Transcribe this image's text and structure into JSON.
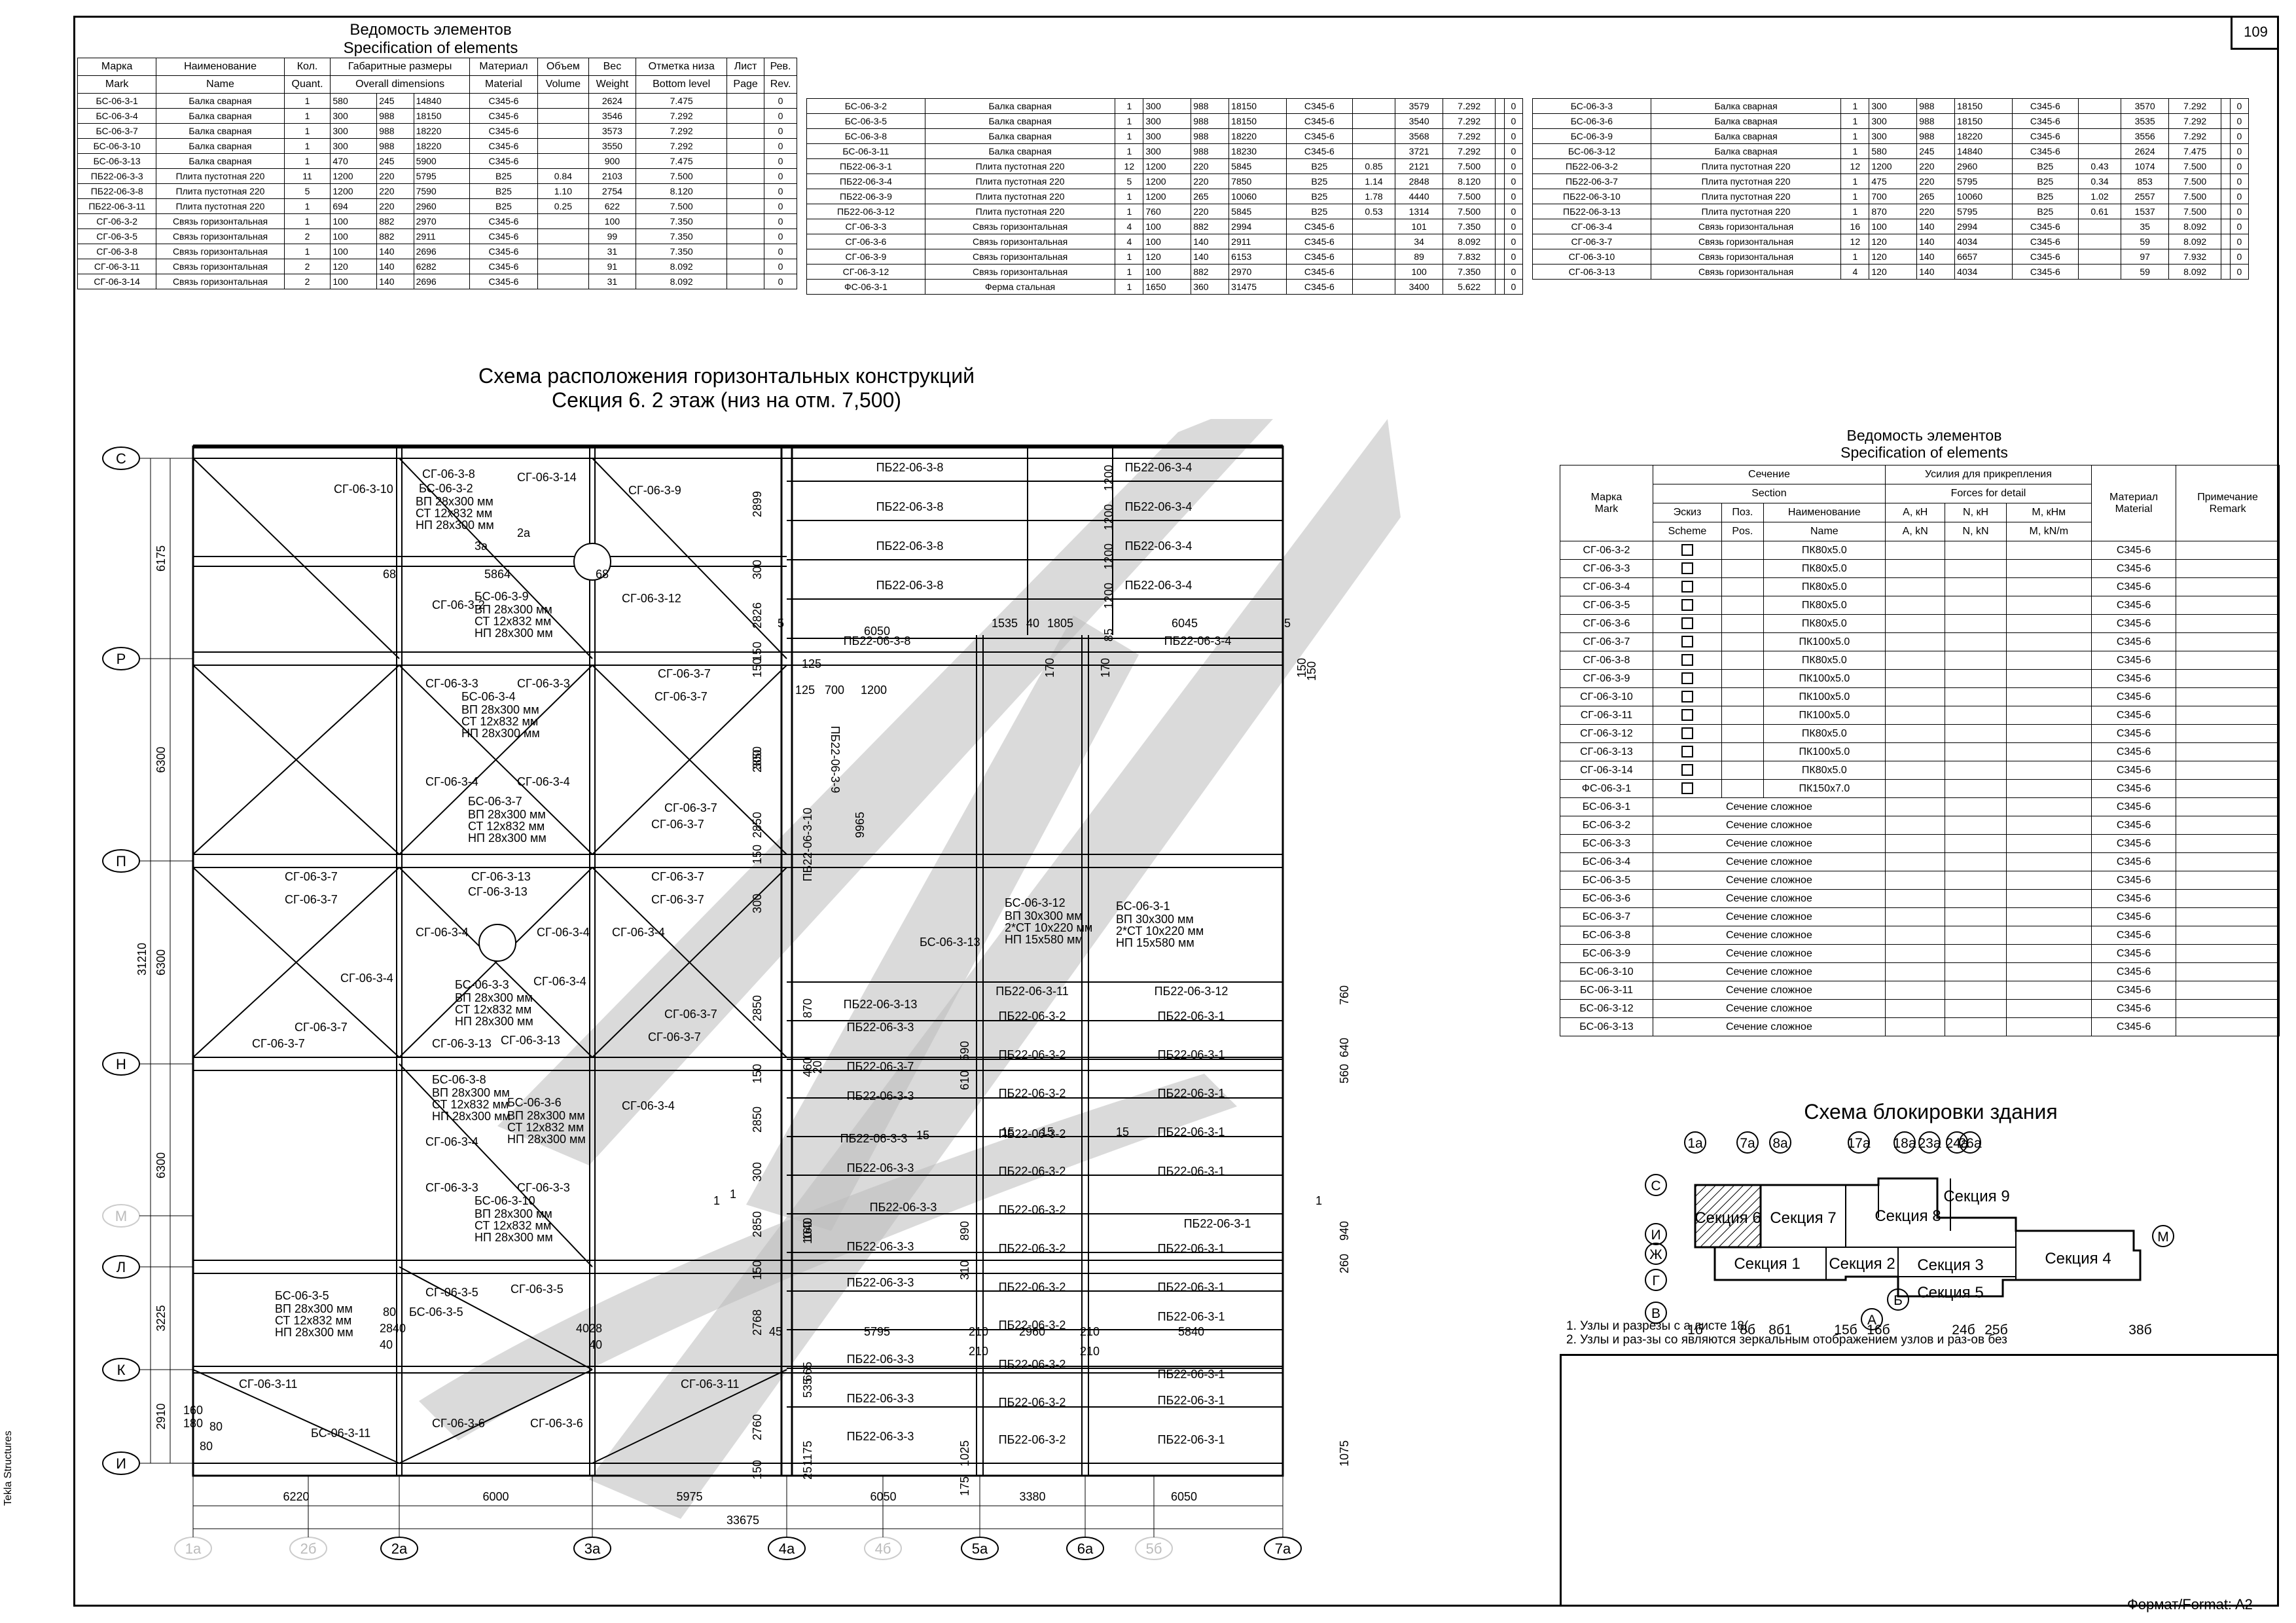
{
  "sheet": {
    "page_number": "109",
    "format": "Формат/Format: A2",
    "vertical_credit": "Tekla Structures"
  },
  "spec1": {
    "title_ru": "Ведомость элементов",
    "title_en": "Specification of elements",
    "headers": [
      [
        "Марка",
        "Наименование",
        "Кол.",
        "Габаритные размеры",
        "Материал",
        "Объем",
        "Вес",
        "Отметка низа",
        "Лист",
        "Рев."
      ],
      [
        "Mark",
        "Name",
        "Quant.",
        "Overall dimensions",
        "Material",
        "Volume",
        "Weight",
        "Bottom level",
        "Page",
        "Rev."
      ]
    ],
    "rows": [
      [
        "БС-06-3-1",
        "Балка сварная",
        "1",
        "580",
        "245",
        "14840",
        "С345-6",
        "",
        "2624",
        "7.475",
        "",
        "0"
      ],
      [
        "БС-06-3-4",
        "Балка сварная",
        "1",
        "300",
        "988",
        "18150",
        "С345-6",
        "",
        "3546",
        "7.292",
        "",
        "0"
      ],
      [
        "БС-06-3-7",
        "Балка сварная",
        "1",
        "300",
        "988",
        "18220",
        "С345-6",
        "",
        "3573",
        "7.292",
        "",
        "0"
      ],
      [
        "БС-06-3-10",
        "Балка сварная",
        "1",
        "300",
        "988",
        "18220",
        "С345-6",
        "",
        "3550",
        "7.292",
        "",
        "0"
      ],
      [
        "БС-06-3-13",
        "Балка сварная",
        "1",
        "470",
        "245",
        "5900",
        "С345-6",
        "",
        "900",
        "7.475",
        "",
        "0"
      ],
      [
        "ПБ22-06-3-3",
        "Плита пустотная 220",
        "11",
        "1200",
        "220",
        "5795",
        "B25",
        "0.84",
        "2103",
        "7.500",
        "",
        "0"
      ],
      [
        "ПБ22-06-3-8",
        "Плита пустотная 220",
        "5",
        "1200",
        "220",
        "7590",
        "B25",
        "1.10",
        "2754",
        "8.120",
        "",
        "0"
      ],
      [
        "ПБ22-06-3-11",
        "Плита пустотная 220",
        "1",
        "694",
        "220",
        "2960",
        "B25",
        "0.25",
        "622",
        "7.500",
        "",
        "0"
      ],
      [
        "СГ-06-3-2",
        "Связь горизонтальная",
        "1",
        "100",
        "882",
        "2970",
        "С345-6",
        "",
        "100",
        "7.350",
        "",
        "0"
      ],
      [
        "СГ-06-3-5",
        "Связь горизонтальная",
        "2",
        "100",
        "882",
        "2911",
        "С345-6",
        "",
        "99",
        "7.350",
        "",
        "0"
      ],
      [
        "СГ-06-3-8",
        "Связь горизонтальная",
        "1",
        "100",
        "140",
        "2696",
        "С345-6",
        "",
        "31",
        "7.350",
        "",
        "0"
      ],
      [
        "СГ-06-3-11",
        "Связь горизонтальная",
        "2",
        "120",
        "140",
        "6282",
        "С345-6",
        "",
        "91",
        "8.092",
        "",
        "0"
      ],
      [
        "СГ-06-3-14",
        "Связь горизонтальная",
        "2",
        "100",
        "140",
        "2696",
        "С345-6",
        "",
        "31",
        "8.092",
        "",
        "0"
      ]
    ]
  },
  "spec1b": {
    "rows": [
      [
        "БС-06-3-2",
        "Балка сварная",
        "1",
        "300",
        "988",
        "18150",
        "С345-6",
        "",
        "3579",
        "7.292",
        "",
        "0"
      ],
      [
        "БС-06-3-5",
        "Балка сварная",
        "1",
        "300",
        "988",
        "18150",
        "С345-6",
        "",
        "3540",
        "7.292",
        "",
        "0"
      ],
      [
        "БС-06-3-8",
        "Балка сварная",
        "1",
        "300",
        "988",
        "18220",
        "С345-6",
        "",
        "3568",
        "7.292",
        "",
        "0"
      ],
      [
        "БС-06-3-11",
        "Балка сварная",
        "1",
        "300",
        "988",
        "18230",
        "С345-6",
        "",
        "3721",
        "7.292",
        "",
        "0"
      ],
      [
        "ПБ22-06-3-1",
        "Плита пустотная 220",
        "12",
        "1200",
        "220",
        "5845",
        "B25",
        "0.85",
        "2121",
        "7.500",
        "",
        "0"
      ],
      [
        "ПБ22-06-3-4",
        "Плита пустотная 220",
        "5",
        "1200",
        "220",
        "7850",
        "B25",
        "1.14",
        "2848",
        "8.120",
        "",
        "0"
      ],
      [
        "ПБ22-06-3-9",
        "Плита пустотная 220",
        "1",
        "1200",
        "265",
        "10060",
        "B25",
        "1.78",
        "4440",
        "7.500",
        "",
        "0"
      ],
      [
        "ПБ22-06-3-12",
        "Плита пустотная 220",
        "1",
        "760",
        "220",
        "5845",
        "B25",
        "0.53",
        "1314",
        "7.500",
        "",
        "0"
      ],
      [
        "СГ-06-3-3",
        "Связь горизонтальная",
        "4",
        "100",
        "882",
        "2994",
        "С345-6",
        "",
        "101",
        "7.350",
        "",
        "0"
      ],
      [
        "СГ-06-3-6",
        "Связь горизонтальная",
        "4",
        "100",
        "140",
        "2911",
        "С345-6",
        "",
        "34",
        "8.092",
        "",
        "0"
      ],
      [
        "СГ-06-3-9",
        "Связь горизонтальная",
        "1",
        "120",
        "140",
        "6153",
        "С345-6",
        "",
        "89",
        "7.832",
        "",
        "0"
      ],
      [
        "СГ-06-3-12",
        "Связь горизонтальная",
        "1",
        "100",
        "882",
        "2970",
        "С345-6",
        "",
        "100",
        "7.350",
        "",
        "0"
      ],
      [
        "ФС-06-3-1",
        "Ферма стальная",
        "1",
        "1650",
        "360",
        "31475",
        "С345-6",
        "",
        "3400",
        "5.622",
        "",
        "0"
      ]
    ]
  },
  "spec1c": {
    "rows": [
      [
        "БС-06-3-3",
        "Балка сварная",
        "1",
        "300",
        "988",
        "18150",
        "С345-6",
        "",
        "3570",
        "7.292",
        "",
        "0"
      ],
      [
        "БС-06-3-6",
        "Балка сварная",
        "1",
        "300",
        "988",
        "18150",
        "С345-6",
        "",
        "3535",
        "7.292",
        "",
        "0"
      ],
      [
        "БС-06-3-9",
        "Балка сварная",
        "1",
        "300",
        "988",
        "18220",
        "С345-6",
        "",
        "3556",
        "7.292",
        "",
        "0"
      ],
      [
        "БС-06-3-12",
        "Балка сварная",
        "1",
        "580",
        "245",
        "14840",
        "С345-6",
        "",
        "2624",
        "7.475",
        "",
        "0"
      ],
      [
        "ПБ22-06-3-2",
        "Плита пустотная 220",
        "12",
        "1200",
        "220",
        "2960",
        "B25",
        "0.43",
        "1074",
        "7.500",
        "",
        "0"
      ],
      [
        "ПБ22-06-3-7",
        "Плита пустотная 220",
        "1",
        "475",
        "220",
        "5795",
        "B25",
        "0.34",
        "853",
        "7.500",
        "",
        "0"
      ],
      [
        "ПБ22-06-3-10",
        "Плита пустотная 220",
        "1",
        "700",
        "265",
        "10060",
        "B25",
        "1.02",
        "2557",
        "7.500",
        "",
        "0"
      ],
      [
        "ПБ22-06-3-13",
        "Плита пустотная 220",
        "1",
        "870",
        "220",
        "5795",
        "B25",
        "0.61",
        "1537",
        "7.500",
        "",
        "0"
      ],
      [
        "СГ-06-3-4",
        "Связь горизонтальная",
        "16",
        "100",
        "140",
        "2994",
        "С345-6",
        "",
        "35",
        "8.092",
        "",
        "0"
      ],
      [
        "СГ-06-3-7",
        "Связь горизонтальная",
        "12",
        "120",
        "140",
        "4034",
        "С345-6",
        "",
        "59",
        "8.092",
        "",
        "0"
      ],
      [
        "СГ-06-3-10",
        "Связь горизонтальная",
        "1",
        "120",
        "140",
        "6657",
        "С345-6",
        "",
        "97",
        "7.932",
        "",
        "0"
      ],
      [
        "СГ-06-3-13",
        "Связь горизонтальная",
        "4",
        "120",
        "140",
        "4034",
        "С345-6",
        "",
        "59",
        "8.092",
        "",
        "0"
      ]
    ]
  },
  "plan": {
    "title1": "Схема расположения горизонтальных конструкций",
    "title2": "Секция 6. 2 этаж (низ на отм. 7,500)",
    "row_axes": [
      "С",
      "Р",
      "П",
      "Н",
      "М",
      "Л",
      "К",
      "И"
    ],
    "col_axes": [
      "1а",
      "2б",
      "2а",
      "3а",
      "4а",
      "4б",
      "5а",
      "6а",
      "5б",
      "7а"
    ],
    "bottom_dims": [
      "6220",
      "6000",
      "5975",
      "6050",
      "3380",
      "6050"
    ],
    "total_dim": "33675",
    "left_dims": [
      "6175",
      "6300",
      "6300",
      "6300",
      "3225",
      "2910"
    ],
    "left_total": "31210",
    "labels": {
      "sg_3_10": "СГ-06-3-10",
      "sg_3_8": "СГ-06-3-8",
      "sg_3_14": "СГ-06-3-14",
      "sg_3_9": "СГ-06-3-9",
      "bs2": "БС-06-3-2",
      "vp": "ВП 28х300 мм",
      "st": "СТ 12х832 мм",
      "np": "НП 28х300 мм",
      "node2a": "2а",
      "node3a": "3а",
      "d5864": "5864",
      "d68": "68",
      "bs9": "БС-06-3-9",
      "sg_3_2": "СГ-06-3-2",
      "sg_3_12": "СГ-06-3-12",
      "sg_3_3": "СГ-06-3-3",
      "sg_3_7": "СГ-06-3-7",
      "bs4": "БС-06-3-4",
      "sg_3_4": "СГ-06-3-4",
      "bs7": "БС-06-3-7",
      "sg_3_13": "СГ-06-3-13",
      "bs3": "БС-06-3-3",
      "bs8": "БС-06-3-8",
      "bs6": "БС-06-3-6",
      "bs10": "БС-06-3-10",
      "sg_3_5": "СГ-06-3-5",
      "bs5": "БС-06-3-5",
      "sg_3_11": "СГ-06-3-11",
      "sg_3_6": "СГ-06-3-6",
      "bs11": "БС-06-3-11",
      "bs13": "БС-06-3-13",
      "bs12": "БС-06-3-12",
      "vp2": "ВП 30х300 мм",
      "st2": "2*СТ 10х220 мм",
      "np2": "НП 15х580 мм",
      "bs1": "БС-06-3-1",
      "pb8": "ПБ22-06-3-8",
      "pb4": "ПБ22-06-3-4",
      "pb10": "ПБ22-06-3-10",
      "pb9": "ПБ22-06-3-9",
      "pb13": "ПБ22-06-3-13",
      "pb11": "ПБ22-06-3-11",
      "pb12": "ПБ22-06-3-12",
      "pb3": "ПБ22-06-3-3",
      "pb2": "ПБ22-06-3-2",
      "pb1": "ПБ22-06-3-1",
      "pb7": "ПБ22-06-3-7",
      "d6050": "6050",
      "d1535": "1535",
      "d40": "40",
      "d1805": "1805",
      "d6045": "6045",
      "d5": "5",
      "d1200": "1200",
      "d2899": "2899",
      "d300": "300",
      "d2826": "2826",
      "d150": "150",
      "d2850": "2850",
      "d2768": "2768",
      "d2760": "2760",
      "d85": "85",
      "d170": "170",
      "d125": "125",
      "d700": "700",
      "d9965": "9965",
      "d5795": "5795",
      "d2960": "2960",
      "d5840": "5840",
      "d210": "210",
      "d45": "45",
      "d15": "15",
      "d1": "1",
      "d80": "80",
      "d28": "28",
      "d160": "160",
      "d180": "180",
      "d760": "760",
      "d640": "640",
      "d590": "590",
      "d560": "560",
      "d610": "610",
      "d460": "460",
      "d20": "20",
      "d870": "870",
      "d1040": "1040",
      "d890": "890",
      "d940": "940",
      "d260": "260",
      "d310": "310",
      "d665": "665",
      "d535": "535",
      "d1175": "1175",
      "d1025": "1025",
      "d1075": "1075",
      "d175": "175",
      "d25": "25"
    }
  },
  "spec2": {
    "title_ru": "Ведомость элементов",
    "title_en": "Specification of elements",
    "h": {
      "mark_ru": "Марка",
      "mark_en": "Mark",
      "section_ru": "Сечение",
      "section_en": "Section",
      "forces_ru": "Усилия для прикрепления",
      "forces_en": "Forces for detail",
      "material_ru": "Материал",
      "material_en": "Material",
      "note_ru": "Примечание",
      "note_en": "Remark",
      "scheme_ru": "Эскиз",
      "scheme_en": "Scheme",
      "pos_ru": "Поз.",
      "pos_en": "Pos.",
      "name_ru": "Наименование",
      "name_en": "Name",
      "a_ru": "A, кН",
      "a_en": "A, kN",
      "n_ru": "N, кН",
      "n_en": "N, kN",
      "m_ru": "M, кНм",
      "m_en": "M, kN/m"
    },
    "rows": [
      [
        "СГ-06-3-2",
        "box",
        "ПК80х5.0",
        "С345-6"
      ],
      [
        "СГ-06-3-3",
        "box",
        "ПК80х5.0",
        "С345-6"
      ],
      [
        "СГ-06-3-4",
        "box",
        "ПК80х5.0",
        "С345-6"
      ],
      [
        "СГ-06-3-5",
        "box",
        "ПК80х5.0",
        "С345-6"
      ],
      [
        "СГ-06-3-6",
        "box",
        "ПК80х5.0",
        "С345-6"
      ],
      [
        "СГ-06-3-7",
        "box",
        "ПК100х5.0",
        "С345-6"
      ],
      [
        "СГ-06-3-8",
        "box",
        "ПК80х5.0",
        "С345-6"
      ],
      [
        "СГ-06-3-9",
        "box",
        "ПК100х5.0",
        "С345-6"
      ],
      [
        "СГ-06-3-10",
        "box",
        "ПК100х5.0",
        "С345-6"
      ],
      [
        "СГ-06-3-11",
        "box",
        "ПК100х5.0",
        "С345-6"
      ],
      [
        "СГ-06-3-12",
        "box",
        "ПК80х5.0",
        "С345-6"
      ],
      [
        "СГ-06-3-13",
        "box",
        "ПК100х5.0",
        "С345-6"
      ],
      [
        "СГ-06-3-14",
        "box",
        "ПК80х5.0",
        "С345-6"
      ],
      [
        "ФС-06-3-1",
        "box",
        "ПК150х7.0",
        "С345-6"
      ],
      [
        "БС-06-3-1",
        "Сечение сложное",
        "",
        "С345-6"
      ],
      [
        "БС-06-3-2",
        "Сечение сложное",
        "",
        "С345-6"
      ],
      [
        "БС-06-3-3",
        "Сечение сложное",
        "",
        "С345-6"
      ],
      [
        "БС-06-3-4",
        "Сечение сложное",
        "",
        "С345-6"
      ],
      [
        "БС-06-3-5",
        "Сечение сложное",
        "",
        "С345-6"
      ],
      [
        "БС-06-3-6",
        "Сечение сложное",
        "",
        "С345-6"
      ],
      [
        "БС-06-3-7",
        "Сечение сложное",
        "",
        "С345-6"
      ],
      [
        "БС-06-3-8",
        "Сечение сложное",
        "",
        "С345-6"
      ],
      [
        "БС-06-3-9",
        "Сечение сложное",
        "",
        "С345-6"
      ],
      [
        "БС-06-3-10",
        "Сечение сложное",
        "",
        "С345-6"
      ],
      [
        "БС-06-3-11",
        "Сечение сложное",
        "",
        "С345-6"
      ],
      [
        "БС-06-3-12",
        "Сечение сложное",
        "",
        "С345-6"
      ],
      [
        "БС-06-3-13",
        "Сечение сложное",
        "",
        "С345-6"
      ]
    ]
  },
  "blocking": {
    "title": "Схема блокировки здания",
    "top_axes": [
      "1а",
      "7а",
      "8а",
      "17а",
      "18а",
      "23а",
      "24а",
      "26а"
    ],
    "left_axes": [
      "С",
      "И",
      "Ж",
      "Г",
      "В"
    ],
    "bottom_axes": [
      "1б",
      "8б",
      "8б1",
      "15б",
      "16б",
      "24б",
      "25б",
      "38б"
    ],
    "other_axes": [
      "Б",
      "А",
      "М"
    ],
    "sections": [
      "Секция 6",
      "Секция 7",
      "Секция 8",
      "Секция 9",
      "Секция 1",
      "Секция 2",
      "Секция 3",
      "Секция 4",
      "Секция 5"
    ]
  },
  "notes": {
    "n1": "1. Узлы и разрезы с    а листе 18(",
    "n2": "2. Узлы и раз-зы со     являются зеркальным отображением узлов и раз-ов без"
  }
}
